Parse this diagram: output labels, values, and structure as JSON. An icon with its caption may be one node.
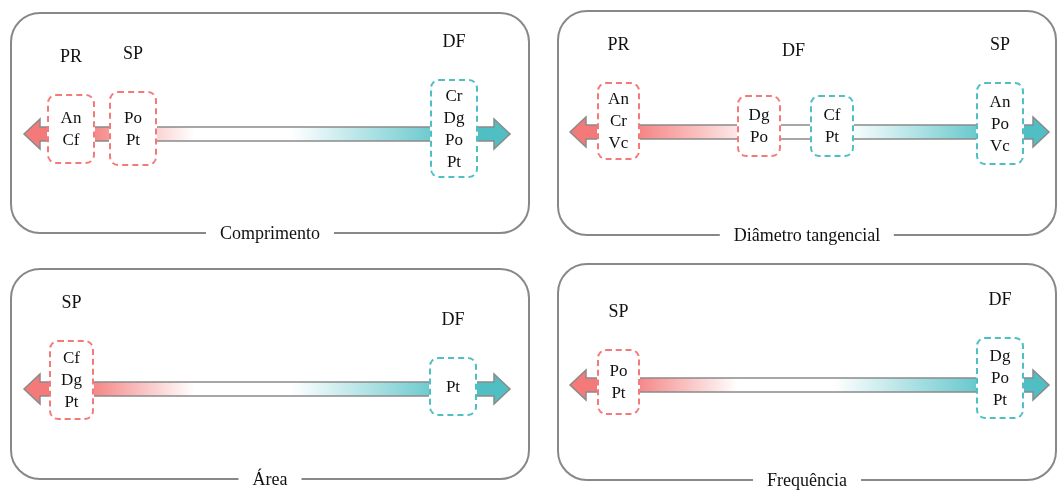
{
  "diagram": {
    "nodes": [
      {
        "text": [
          "Comprimento"
        ]
      },
      {
        "text": [
          "PR",
          "An Cf"
        ],
        "in": 0
      },
      {
        "text": [
          "SP",
          "Po Pt"
        ],
        "in": 0
      },
      {
        "text": [
          "DF",
          "Cr Dg Po Pt"
        ],
        "in": 0
      },
      {
        "text": [
          "Diâmetro tangencial"
        ]
      },
      {
        "text": [
          "PR",
          "An Cr Vc"
        ],
        "in": 4
      },
      {
        "text": [
          "Dg Po"
        ],
        "in": 4
      },
      {
        "text": [
          "Cf Pt"
        ],
        "in": 4
      },
      {
        "text": [
          "SP",
          "An Po Vc"
        ],
        "in": 4
      },
      {
        "text": [
          "Área"
        ]
      },
      {
        "text": [
          "SP",
          "Cf Dg Pt"
        ],
        "in": 9
      },
      {
        "text": [
          "DF",
          "Pt"
        ],
        "in": 9
      },
      {
        "text": [
          "Frequência"
        ]
      },
      {
        "text": [
          "SP",
          "Po Pt"
        ],
        "in": 12
      },
      {
        "text": [
          "DF",
          "Dg Po Pt"
        ],
        "in": 12
      }
    ],
    "labels": [
      "DF"
    ]
  }
}
